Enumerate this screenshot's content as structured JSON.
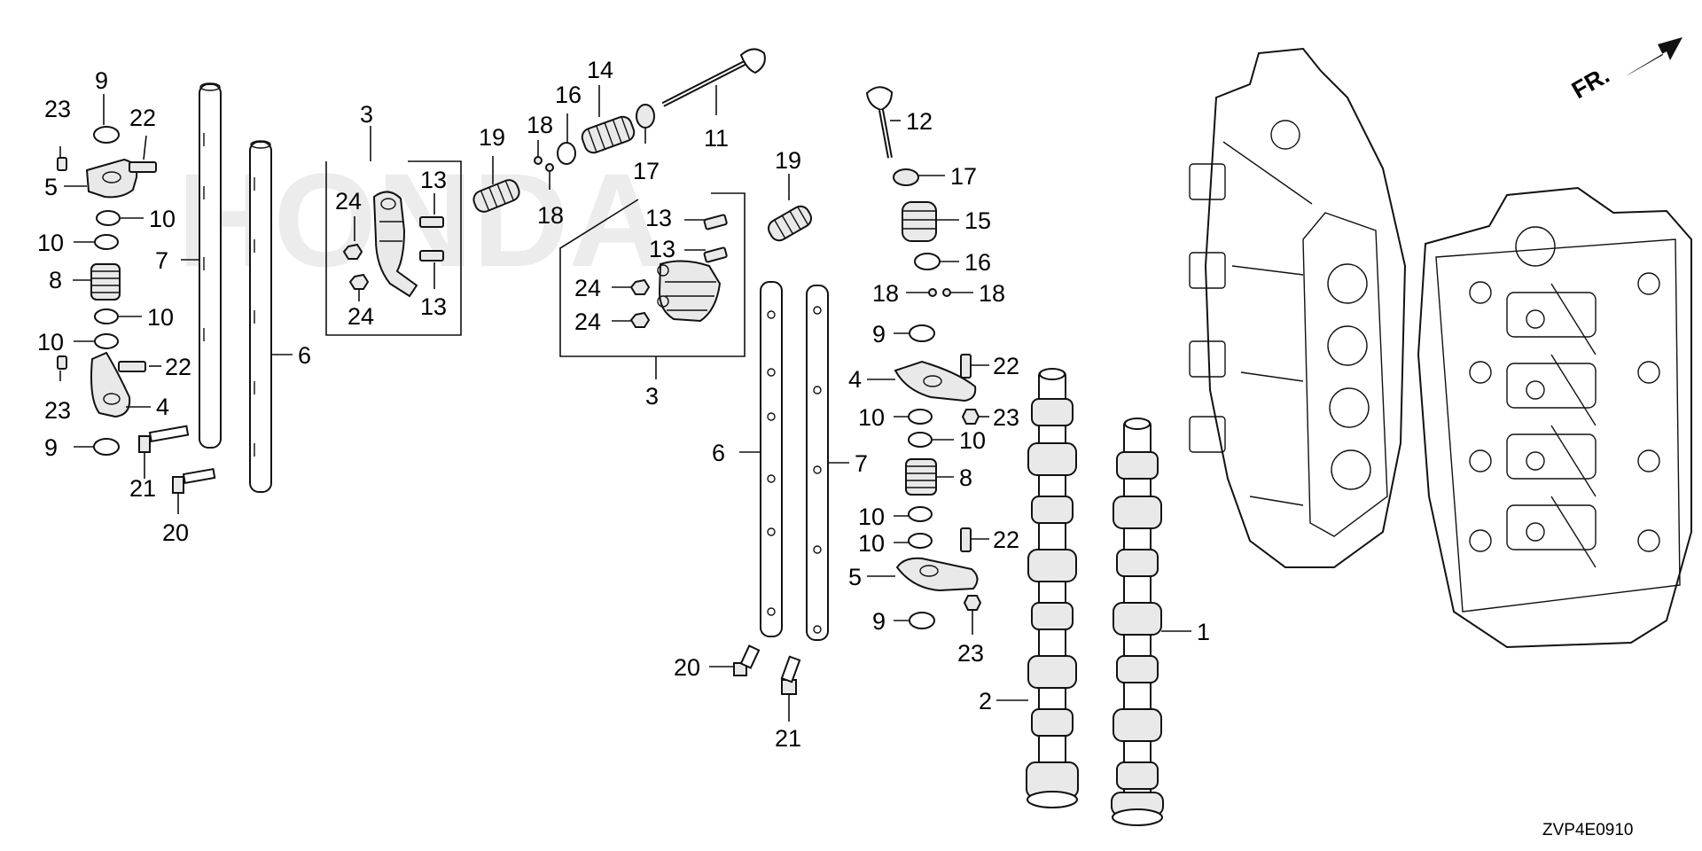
{
  "diagram": {
    "drawing_code": "ZVP4E0910",
    "front_indicator": "FR.",
    "watermark_text": "HONDA",
    "callout_numbers": [
      "1",
      "2",
      "3",
      "4",
      "5",
      "6",
      "7",
      "8",
      "9",
      "10",
      "11",
      "12",
      "13",
      "14",
      "15",
      "16",
      "17",
      "18",
      "19",
      "20",
      "21",
      "22",
      "23",
      "24"
    ],
    "icons": [
      "front-direction-arrow-icon"
    ]
  }
}
